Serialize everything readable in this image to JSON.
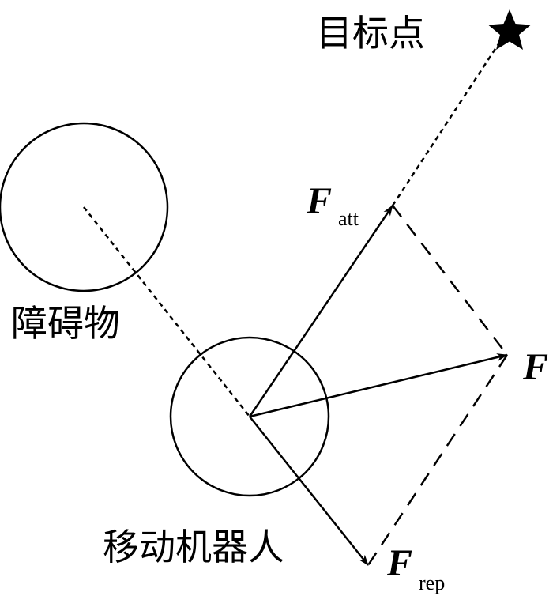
{
  "labels": {
    "target": "目标点",
    "obstacle": "障碍物",
    "robot": "移动机器人"
  },
  "forces": {
    "attractive": {
      "symbol": "F",
      "subscript": "att"
    },
    "resultant": {
      "symbol": "F"
    },
    "repulsive": {
      "symbol": "F",
      "subscript": "rep"
    }
  },
  "icons": {
    "target_marker": "star-icon"
  },
  "colors": {
    "stroke": "#000000",
    "background": "#ffffff"
  }
}
